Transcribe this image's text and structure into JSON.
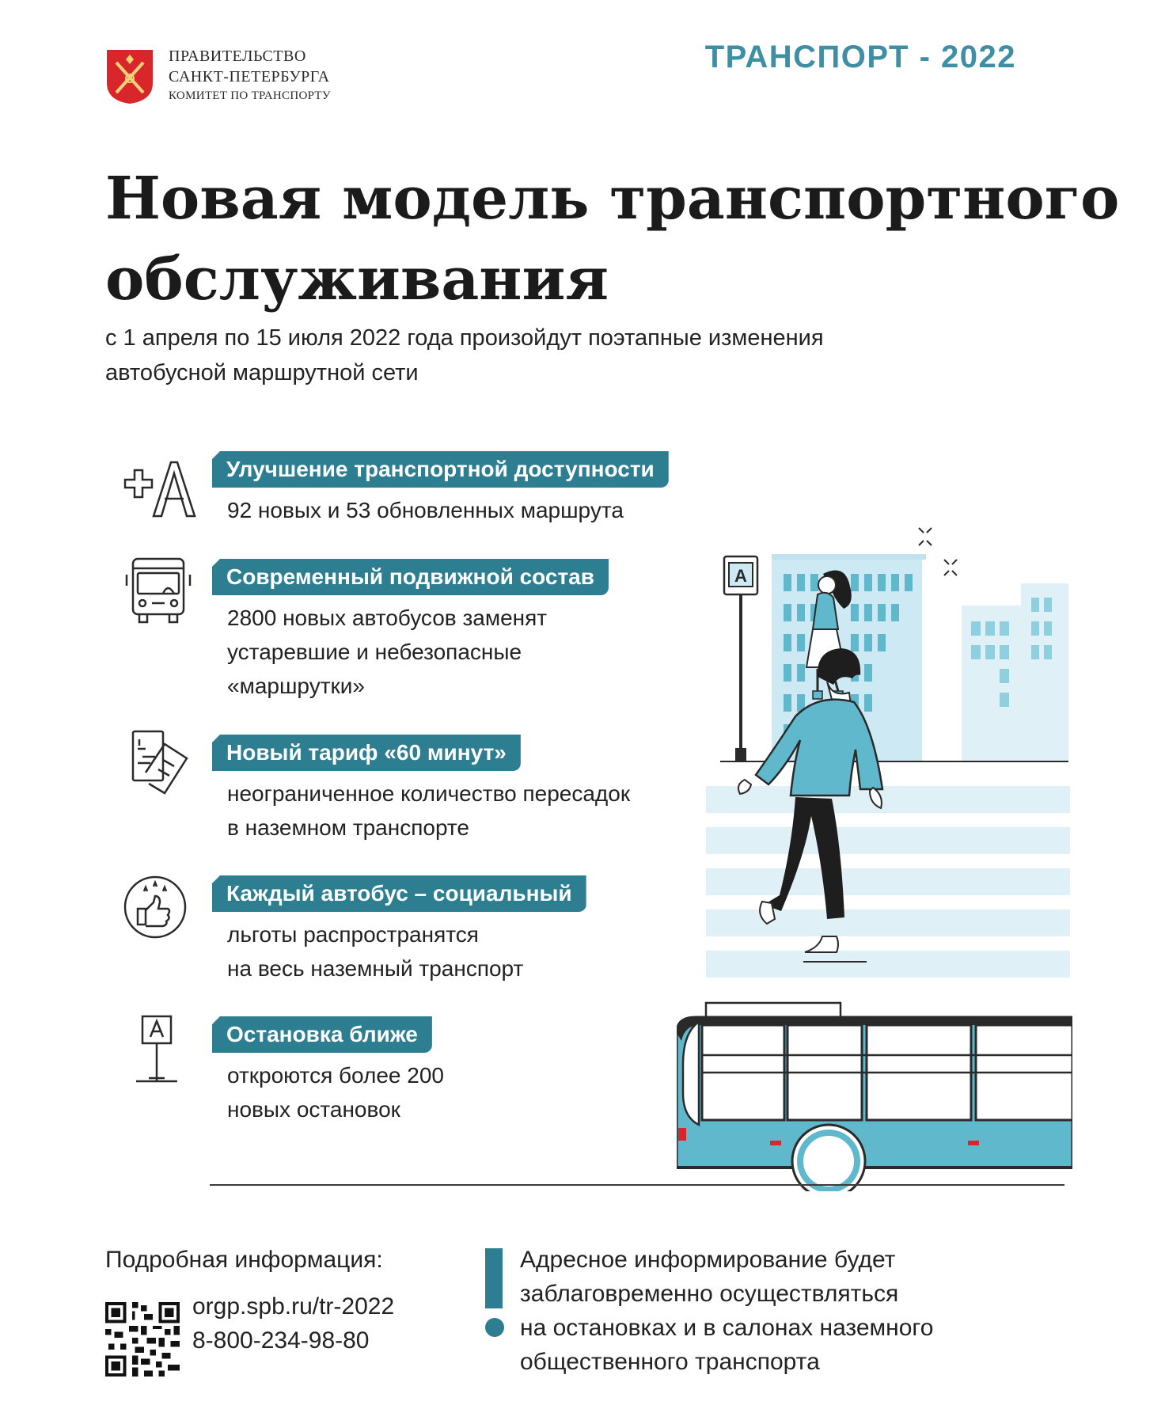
{
  "header": {
    "gov_line1": "ПРАВИТЕЛЬСТВО",
    "gov_line2": "САНКТ-ПЕТЕРБУРГА",
    "gov_line3": "КОМИТЕТ ПО ТРАНСПОРТУ",
    "project_tag": "ТРАНСПОРТ - 2022",
    "emblem_icon": "spb-coat-of-arms-icon"
  },
  "title": {
    "line1": "Новая модель транспортного",
    "line2": "обслуживания"
  },
  "subtitle": {
    "line1": "с 1 апреля по 15 июля 2022 года произойдут поэтапные изменения",
    "line2": "автобусной маршрутной сети"
  },
  "features": [
    {
      "icon": "plus-a-icon",
      "tag": "Улучшение транспортной доступности",
      "desc": [
        "92 новых и 53 обновленных маршрута"
      ]
    },
    {
      "icon": "bus-front-icon",
      "tag": "Современный подвижной состав",
      "desc": [
        "2800 новых автобусов заменят",
        "устаревшие и небезопасные",
        "«маршрутки»"
      ]
    },
    {
      "icon": "tickets-icon",
      "tag": "Новый тариф «60 минут»",
      "desc": [
        "неограниченное количество пересадок",
        "в наземном транспорте"
      ]
    },
    {
      "icon": "thumbs-up-stars-icon",
      "tag": "Каждый автобус – социальный",
      "desc": [
        "льготы распространятся",
        "на весь наземный транспорт"
      ]
    },
    {
      "icon": "bus-stop-sign-icon",
      "tag": "Остановка ближе",
      "desc": [
        "откроются более 200",
        "новых остановок"
      ]
    }
  ],
  "illustration": {
    "stop_sign_letter": "А"
  },
  "footer": {
    "more_info_label": "Подробная информация:",
    "url": "orgp.spb.ru/tr-2022",
    "phone": "8-800-234-98-80",
    "notice": [
      "Адресное информирование будет",
      "заблаговременно осуществляться",
      "на остановках и в салонах наземного",
      "общественного транспорта"
    ]
  },
  "colors": {
    "accent": "#2d7e91",
    "accent_light": "#5fb8cc",
    "project_tag": "#3e8fa3",
    "emblem_red": "#d8262b",
    "crosswalk": "#dff0f7"
  }
}
